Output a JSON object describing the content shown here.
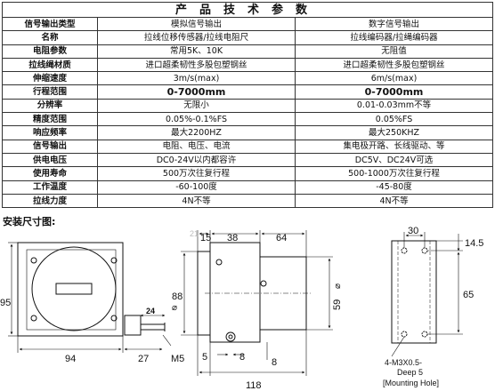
{
  "spec_table": {
    "title": "产品技术参数",
    "header": {
      "label": "信号输出类型",
      "analog": "模拟信号输出",
      "digital": "数字信号输出"
    },
    "rows": [
      {
        "label": "名称",
        "analog": "拉线位移传感器/拉线电阻尺",
        "digital": "拉线编码器/拉绳编码器"
      },
      {
        "label": "电阻参数",
        "analog": "常用5K、10K",
        "digital": "无阻值"
      },
      {
        "label": "拉线绳材质",
        "analog": "进口超柔韧性多股包塑钢丝",
        "digital": "进口超柔韧性多股包塑钢丝"
      },
      {
        "label": "伸缩速度",
        "analog": "3m/s(max)",
        "digital": "6m/s(max)"
      },
      {
        "label": "行程范围",
        "analog": "0-7000mm",
        "digital": "0-7000mm"
      },
      {
        "label": "分辨率",
        "analog": "无限小",
        "digital": "0.01-0.03mm不等"
      },
      {
        "label": "精度范围",
        "analog": "0.05%-0.1%FS",
        "digital": "0.05%FS"
      },
      {
        "label": "响应频率",
        "analog": "最大2200HZ",
        "digital": "最大250KHZ"
      },
      {
        "label": "信号输出",
        "analog": "电阻、电压、电流",
        "digital": "集电极开路、长线驱动、等"
      },
      {
        "label": "供电电压",
        "analog": "DC0-24V以内都容许",
        "digital": "DC5V、DC24V可选"
      },
      {
        "label": "使用寿命",
        "analog": "500万次往复行程",
        "digital": "500-1000万次往复行程"
      },
      {
        "label": "工作温度",
        "analog": "-60-100度",
        "digital": "-45-80度"
      },
      {
        "label": "拉线力度",
        "analog": "4N不等",
        "digital": "4N不等"
      }
    ]
  },
  "drawing": {
    "section_title": "安装尺寸图:",
    "front_view": {
      "height": "95",
      "width": "94",
      "cable_dim": "24",
      "cable_len": "27",
      "thread": "M5"
    },
    "side_view": {
      "d1": "15",
      "d2": "38",
      "d3": "64",
      "faint_dim": "21",
      "diameter_88": "88",
      "diameter_59": "59",
      "d5": "5",
      "d8a": "8",
      "d8b": "8",
      "total": "118"
    },
    "top_view": {
      "w30": "30",
      "w14": "14.5",
      "h65": "65",
      "hole_note": "4-M3X0.5-",
      "depth_note": "Deep 5",
      "mounting_note": "[Mounting Hole]"
    }
  }
}
